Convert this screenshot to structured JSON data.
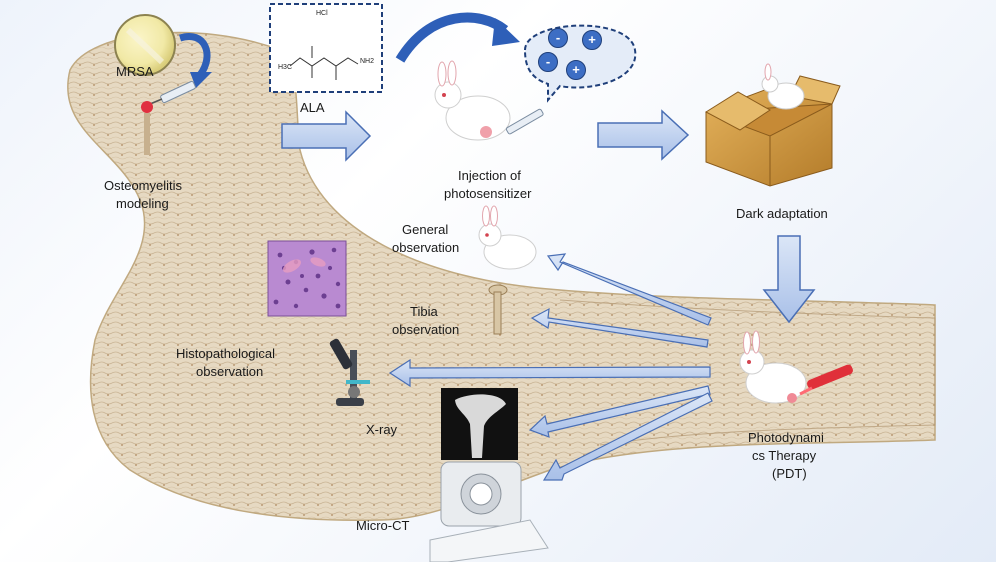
{
  "labels": {
    "mrsa": "MRSA",
    "osteo_1": "Osteomyelitis",
    "osteo_2": "modeling",
    "ala": "ALA",
    "injection_1": "Injection of",
    "injection_2": "photosensitizer",
    "dark": "Dark adaptation",
    "general_1": "General",
    "general_2": "observation",
    "tibia_1": "Tibia",
    "tibia_2": "observation",
    "histo_1": "Histopathological",
    "histo_2": "observation",
    "xray": "X-ray",
    "pdt_1": "Photodynami",
    "pdt_2": "cs Therapy",
    "pdt_3": "(PDT)",
    "microct": "Micro-CT"
  },
  "molecule": {
    "salt": "HCl",
    "amine": "NH2",
    "methyl": "H3C"
  },
  "charges": [
    "-",
    "+",
    "-",
    "+"
  ],
  "colors": {
    "arrow_fill": "#b8cdee",
    "arrow_stroke": "#4a6fb5",
    "curved_arrow": "#2e5fb8",
    "bone": "#e2d4bd",
    "box": "#d49a3c",
    "histology": "#b98ad1",
    "laser": "#e0303a"
  },
  "icons": [
    "petri-dish-icon",
    "syringe-icon",
    "rabbit-icon",
    "box-icon",
    "microscope-icon",
    "ct-scanner-icon",
    "xray-film-icon",
    "tibia-icon",
    "laser-pen-icon"
  ]
}
